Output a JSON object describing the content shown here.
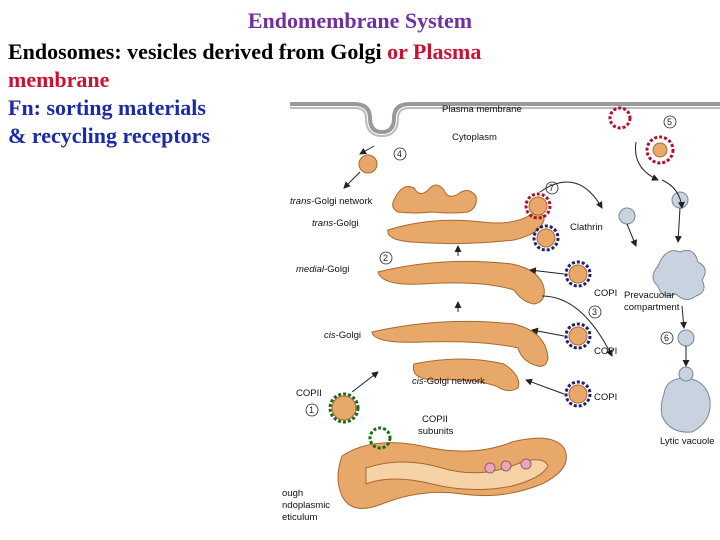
{
  "slide": {
    "title": "Endomembrane System",
    "line1_black": "Endosomes: vesicles derived from Golgi",
    "line1_red": "or Plasma",
    "line2_red": "membrane",
    "line3_blue": "Fn: sorting materials",
    "line4_blue": "& recycling receptors"
  },
  "diagram": {
    "labels": {
      "plasma_membrane": "Plasma membrane",
      "cytoplasm": "Cytoplasm",
      "trans_golgi_network": "-Golgi network",
      "trans_prefix": "trans",
      "trans_golgi": "-Golgi",
      "medial_prefix": "medial",
      "medial_golgi": "-Golgi",
      "cis_prefix": "cis",
      "cis_golgi": "-Golgi",
      "cis_golgi_network": "-Golgi network",
      "clathrin": "Clathrin",
      "copi_1": "COPI",
      "copi_2": "COPI",
      "copi_3": "COPI",
      "copii": "COPII",
      "copii_subunits_1": "COPII",
      "copii_subunits_2": "subunits",
      "prevacuolar_1": "Prevacuolar",
      "prevacuolar_2": "compartment",
      "lytic_vacuole": "Lytic vacuole",
      "rough_er_1": "ough",
      "rough_er_2": "ndoplasmic",
      "rough_er_3": "eticulum"
    },
    "step_numbers": [
      "1",
      "2",
      "3",
      "4",
      "5",
      "6",
      "7"
    ],
    "colors": {
      "golgi": "#e8a86a",
      "copi_coat": "#1f1f6e",
      "clathrin_coat": "#b0102a",
      "copii_coat": "#1a6b1a",
      "vacuole": "#c9d3df"
    }
  }
}
